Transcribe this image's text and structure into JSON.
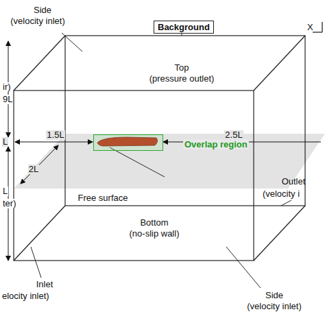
{
  "diagram": {
    "nodes": [
      {
        "text": [
          "Background"
        ]
      },
      {
        "text": [
          "Overlap region"
        ]
      }
    ],
    "labels": [
      "Side",
      "(velocity inlet)",
      "X",
      "Top",
      "(pressure outlet)",
      "ir)",
      "9L",
      "1.5L",
      "2.5L",
      "L",
      "2L",
      "Free surface",
      "Outlet",
      "(velocity i",
      "L",
      "ter)",
      "Bottom",
      "(no-slip wall)",
      "Inlet",
      "elocity inlet)",
      "Side",
      "(velocity inlet)"
    ]
  }
}
